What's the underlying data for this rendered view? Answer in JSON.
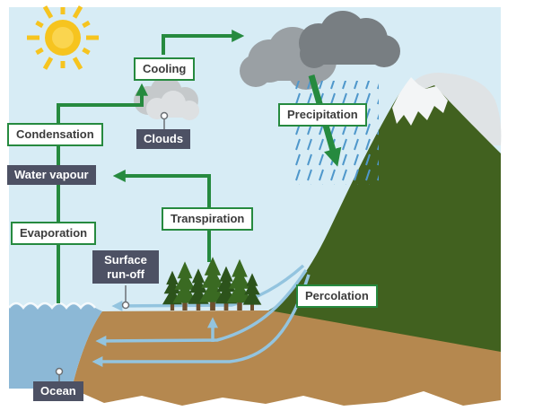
{
  "diagram": {
    "labels": {
      "cooling": "Cooling",
      "condensation": "Condensation",
      "water_vapour": "Water vapour",
      "evaporation": "Evaporation",
      "clouds": "Clouds",
      "transpiration": "Transpiration",
      "precipitation": "Precipitation",
      "surface_run_off": "Surface run-off",
      "percolation": "Percolation",
      "ocean": "Ocean"
    },
    "colors": {
      "sky": "#d7ecf5",
      "sun": "#f6c41f",
      "arrow_green": "#268a3f",
      "label_dark_bg": "#4d5164",
      "label_text": "#3c3c3c",
      "mountain": "#41611f",
      "snow": "#f3f5f6",
      "snow_shadow": "#dfe3e5",
      "ground": "#b5884f",
      "ocean_water": "#8cb8d6",
      "underground_arrow": "#93c4df",
      "rain": "#4f97cb",
      "cloud_dark": "#787e82",
      "cloud_dark_back": "#9aa0a4",
      "cloud_light": "#dde0e2",
      "cloud_light_back": "#c5c9cb",
      "tree_dark": "#2c531b",
      "tree_light": "#3a6a22",
      "trunk": "#6e4f2d"
    }
  }
}
